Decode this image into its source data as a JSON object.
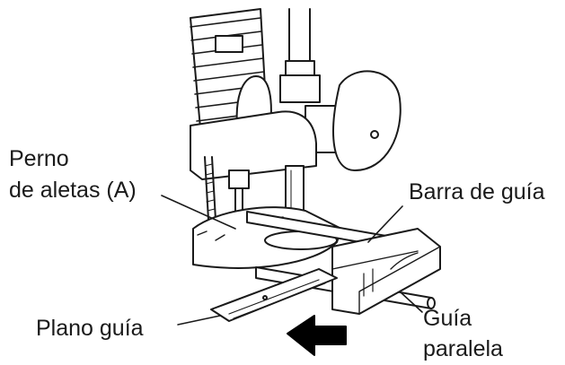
{
  "labels": {
    "perno_line1": "Perno",
    "perno_line2": "de aletas (A)",
    "barra_guia": "Barra de guía",
    "plano_guia": "Plano guía",
    "guia_line1": "Guía",
    "guia_line2": "paralela"
  },
  "colors": {
    "stroke": "#1a1a1a",
    "fill": "#ffffff",
    "shade": "#d9d9d9"
  },
  "icons": [
    "direction-arrow-icon"
  ]
}
